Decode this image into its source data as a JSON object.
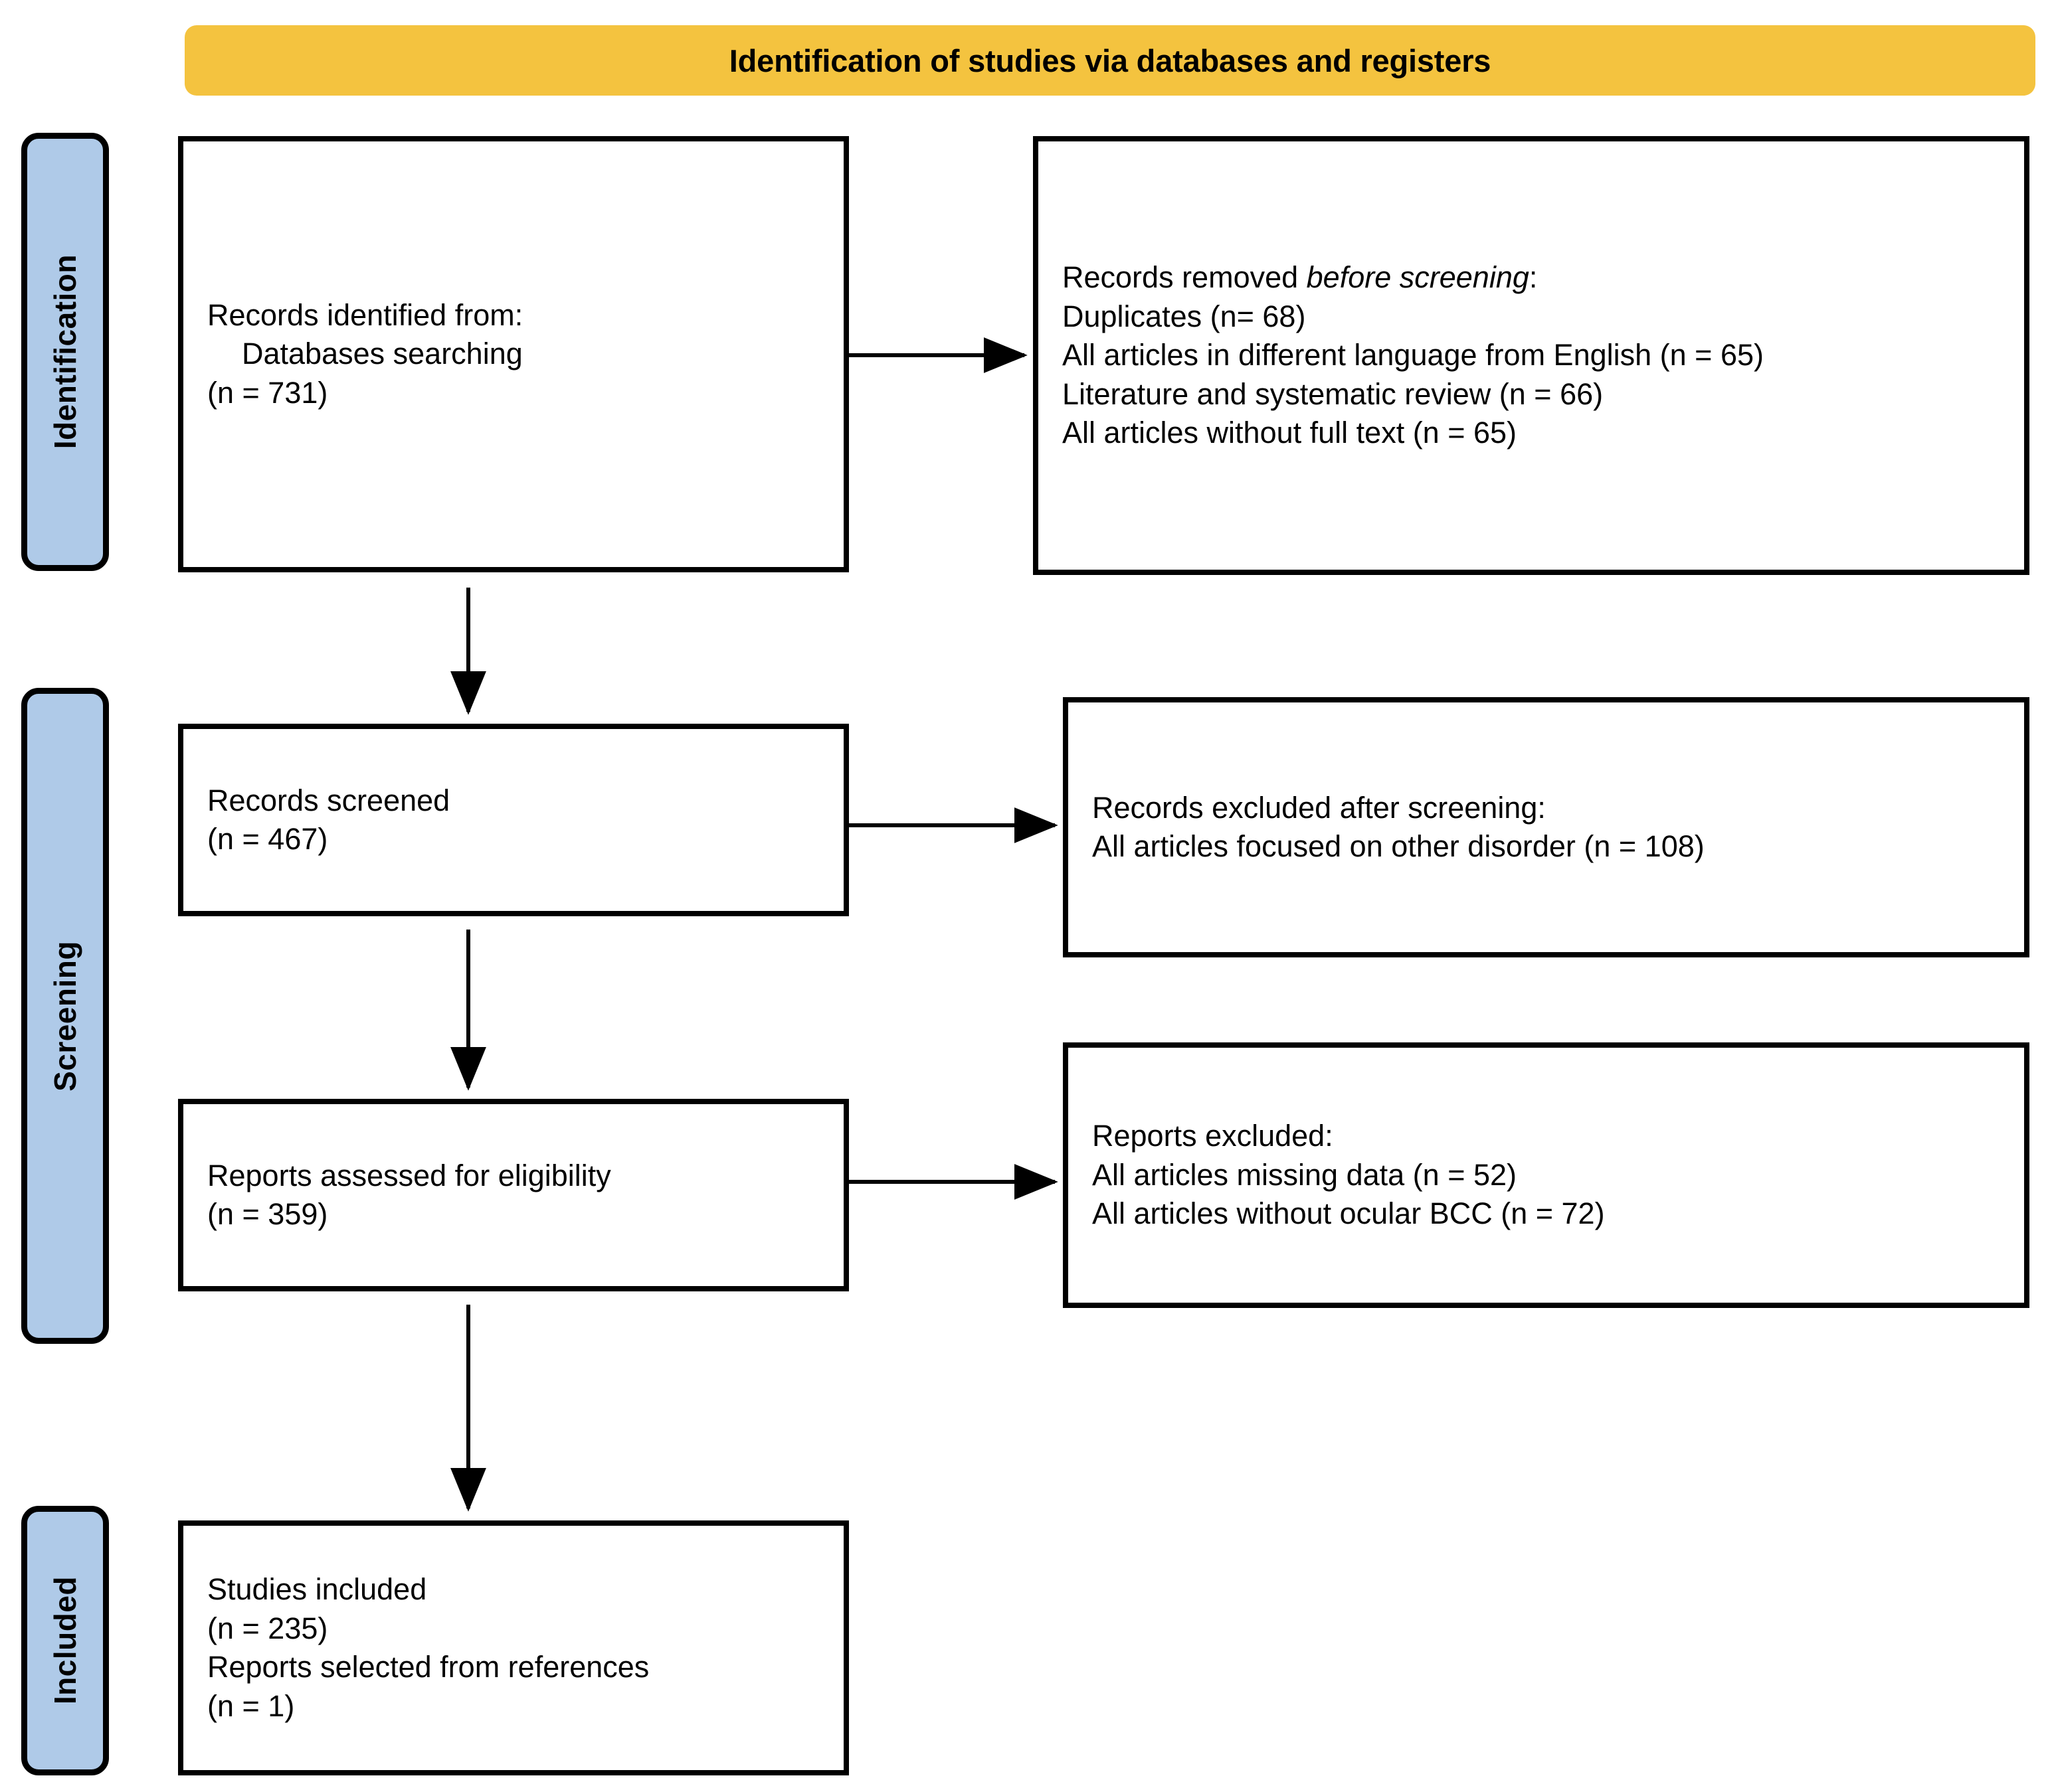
{
  "header": {
    "title": "Identification of studies via databases and registers",
    "color": "#F4C33F"
  },
  "rails": {
    "color": "#AFCAE8",
    "items": [
      {
        "id": "identification",
        "label": "Identification"
      },
      {
        "id": "screening",
        "label": "Screening"
      },
      {
        "id": "included",
        "label": "Included"
      }
    ]
  },
  "boxes": {
    "identified": {
      "line1": "Records identified from:",
      "line2": "Databases searching",
      "line3": "(n = 731)"
    },
    "removed": {
      "line1_pre": "Records removed ",
      "line1_em": "before screening",
      "line1_post": ":",
      "line2": "Duplicates (n= 68)",
      "line3": "All articles in different language from English (n = 65)",
      "line4": "Literature and systematic review (n = 66)",
      "line5": "All articles without full text (n = 65)"
    },
    "screened": {
      "line1": "Records screened",
      "line2": "(n = 467)"
    },
    "excluded_screening": {
      "line1": "Records excluded after screening:",
      "line2": "All articles focused on other disorder (n = 108)"
    },
    "eligibility": {
      "line1": "Reports assessed for eligibility",
      "line2": "(n = 359)"
    },
    "excluded_reports": {
      "line1": "Reports excluded:",
      "line2": "All articles missing data (n = 52)",
      "line3": "All articles without ocular BCC (n = 72)"
    },
    "included": {
      "line1": "Studies included",
      "line2": "(n = 235)",
      "line3": "Reports selected from references",
      "line4": "(n = 1)"
    }
  },
  "flow": {
    "arrow_color": "#000000",
    "arrows": [
      {
        "name": "identified-to-removed",
        "direction": "right"
      },
      {
        "name": "identified-to-screened",
        "direction": "down"
      },
      {
        "name": "screened-to-excluded",
        "direction": "right"
      },
      {
        "name": "screened-to-eligibility",
        "direction": "down"
      },
      {
        "name": "eligibility-to-excluded",
        "direction": "right"
      },
      {
        "name": "eligibility-to-included",
        "direction": "down"
      }
    ]
  }
}
